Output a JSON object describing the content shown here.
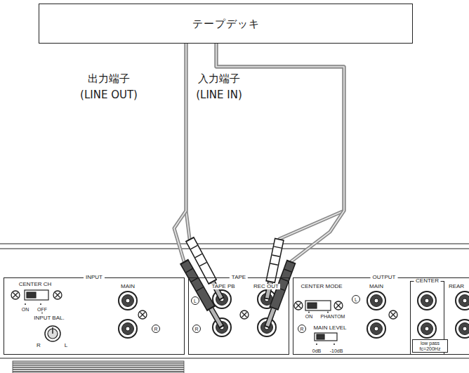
{
  "diagram": {
    "nodes": [
      {
        "text": [
          "テープデッキ"
        ]
      },
      {
        "text": [
          "INPUT"
        ]
      },
      {
        "text": [
          "TAPE"
        ]
      },
      {
        "text": [
          "OUTPUT"
        ]
      },
      {
        "text": [
          "CENTER"
        ],
        "in": 3
      },
      {
        "text": [
          "low pass fc=200Hz"
        ],
        "in": 4
      }
    ],
    "edges": [
      {
        "from": 0,
        "to": 2,
        "arrow": "none"
      },
      {
        "from": 2,
        "to": 0,
        "arrow": "none"
      }
    ],
    "labels": [
      "出力端子",
      "(LINE OUT)",
      "入力端子",
      "(LINE IN)",
      "CENTER CH",
      "ON",
      "OFF",
      "INPUT BAL.",
      "R",
      "L",
      "MAIN",
      "R",
      "TAPE PB",
      "REC OUT",
      "L",
      "R",
      "CENTER MODE",
      "ON",
      "PHANTOM",
      "L",
      "MAIN",
      "R",
      "MAIN LEVEL",
      "0dB",
      "-10dB",
      "REAR"
    ]
  }
}
